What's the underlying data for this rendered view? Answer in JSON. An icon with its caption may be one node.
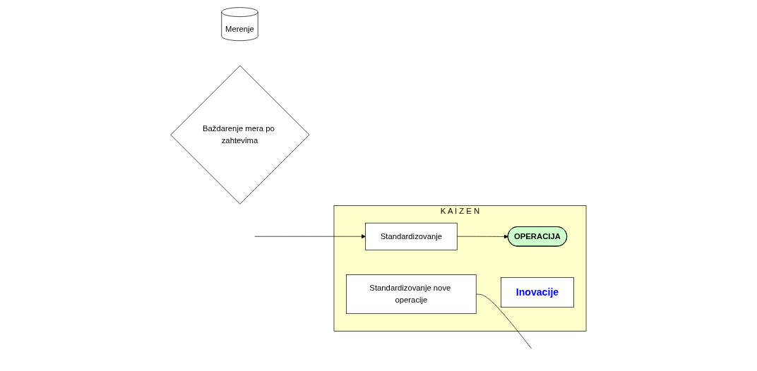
{
  "diagram": {
    "nodes": [
      {
        "text": [
          "K A I Z E N"
        ]
      },
      {
        "text": [
          "Standardizovanje"
        ],
        "in": 0
      },
      {
        "text": [
          "OPERACIJA"
        ],
        "in": 0
      },
      {
        "text": [
          "Inovacije"
        ],
        "in": 0
      },
      {
        "text": [
          "Standardizovanje nove operacije"
        ],
        "in": 0
      },
      {
        "text": [
          "Merenje"
        ]
      },
      {
        "text": [
          "Baždarenje mera po zahtevima"
        ]
      }
    ],
    "edges": [
      {
        "from": 1,
        "to": 2,
        "arrow": "to"
      },
      {
        "from": null,
        "to": 1,
        "arrow": "to"
      },
      {
        "from": 4,
        "to": null,
        "arrow": "none"
      }
    ]
  }
}
